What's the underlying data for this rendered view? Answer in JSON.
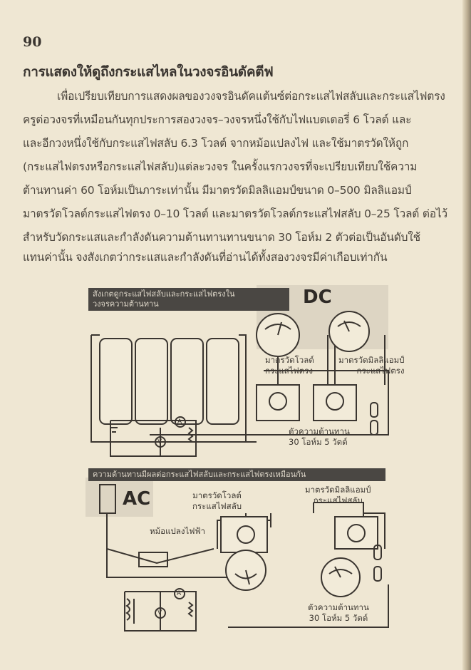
{
  "page_number": "90",
  "title": "การแสดงให้ดูถึงกระแสไหลในวงจรอินดัคตีฟ",
  "paragraph_lines": [
    "เพื่อเปรียบเทียบการแสดงผลของวงจรอินดัคแต้นซ์ต่อกระแสไฟสลับและกระแสไฟตรง",
    "ครูต่อวงจรที่เหมือนกันทุกประการสองวงจร–วงจรหนึ่งใช้กับไฟแบตเตอรี่ 6 โวลต์  และ",
    "และอีกวงหนึ่งใช้กับกระแสไฟสลับ 6.3 โวลต์  จากหม้อแปลงไฟ   และใช้มาตรวัดให้ถูก",
    "(กระแสไฟตรงหรือกระแสไฟสลับ)แต่ละวงจร    ในครั้งแรกวงจรที่จะเปรียบเทียบใช้ความ",
    "ต้านทานค่า 60 โอห์มเป็นภาระเท่านั้น      มีมาตรวัดมิลลิแอมป์ขนาด 0–500 มิลลิแอมป์",
    "มาตรวัดโวลต์กระแสไฟตรง 0–10 โวลต์ และมาตรวัดโวลต์กระแสไฟสลับ 0–25 โวลต์ ต่อไว้",
    "สำหรับวัดกระแสและกำลังดันความต้านทานทานขนาด 30 โอห์ม 2 ตัวต่อเป็นอันดับใช้",
    "แทนค่านั้น  จงสังเกตว่ากระแสและกำลังดันที่อ่านได้ทั้งสองวงจรมีค่าเกือบเท่ากัน"
  ],
  "figure": {
    "dc": {
      "caption_line1": "สังเกตดูกระแสไฟสลับและกระแสไฟตรงใน",
      "caption_line2": "วงจรความต้านทาน",
      "badge": "DC",
      "voltmeter_label_1": "มาตรวัดโวลต์",
      "voltmeter_label_2": "กระแสไฟตรง",
      "ammeter_label_1": "มาตรวัดมิลลิแอมป์",
      "ammeter_label_2": "กระแสไฟตรง",
      "resistor_label_1": "ตัวความต้านทาน",
      "resistor_label_2": "30 โอห์ม 5 วัตต์",
      "schematic_a": "A",
      "schematic_v": "V"
    },
    "ac": {
      "caption": "ความต้านทานมีผลต่อกระแสไฟสลับและกระแสไฟตรงเหมือนกัน",
      "badge": "AC",
      "voltmeter_label_1": "มาตรวัดโวลต์",
      "voltmeter_label_2": "กระแสไฟสลับ",
      "ammeter_label_1": "มาตรวัดมิลลิแอมป์",
      "ammeter_label_2": "กระแสไฟสลับ",
      "transformer_label": "หม้อแปลงไฟฟ้า",
      "resistor_label_1": "ตัวความต้านทาน",
      "resistor_label_2": "30 โอห์ม 5 วัตต์",
      "schematic_a": "A",
      "schematic_v": "V"
    }
  }
}
